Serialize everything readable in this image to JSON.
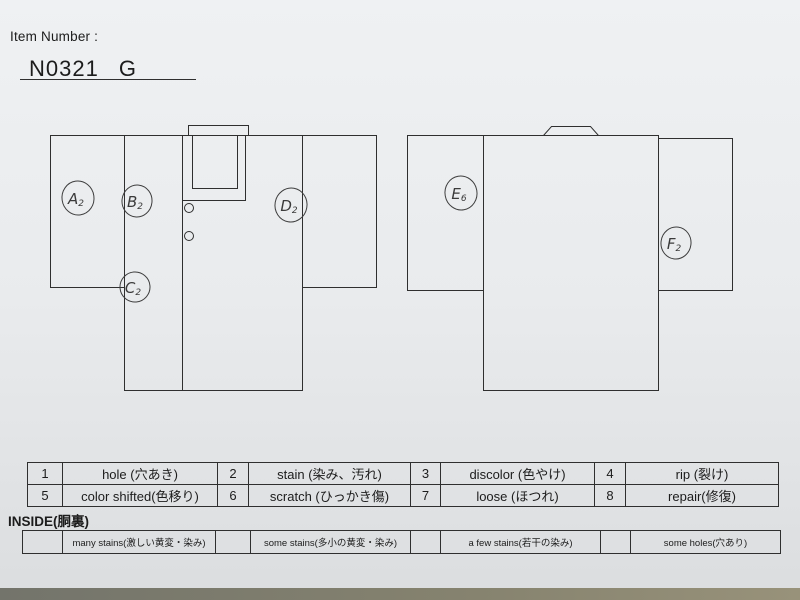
{
  "page": {
    "paper_color": "#e9ebed",
    "ink_color": "#2f2f2f"
  },
  "header": {
    "item_number_label": "Item Number :",
    "item_code": "N0321",
    "item_grade": "G"
  },
  "front_view": {
    "marks": [
      {
        "letter": "A",
        "count": "2"
      },
      {
        "letter": "B",
        "count": "2"
      },
      {
        "letter": "C",
        "count": "2"
      },
      {
        "letter": "D",
        "count": "2"
      }
    ]
  },
  "back_view": {
    "marks": [
      {
        "letter": "E",
        "count": "6"
      },
      {
        "letter": "F",
        "count": "2"
      }
    ]
  },
  "damage_legend": {
    "rows": [
      [
        {
          "num": "1",
          "label": "hole (穴あき)"
        },
        {
          "num": "2",
          "label": "stain (染み、汚れ)"
        },
        {
          "num": "3",
          "label": "discolor (色やけ)"
        },
        {
          "num": "4",
          "label": "rip (裂け)"
        }
      ],
      [
        {
          "num": "5",
          "label": "color shifted(色移り)"
        },
        {
          "num": "6",
          "label": "scratch (ひっかき傷)"
        },
        {
          "num": "7",
          "label": "loose (ほつれ)"
        },
        {
          "num": "8",
          "label": "repair(修復)"
        }
      ]
    ]
  },
  "inside": {
    "title": "INSIDE(胴裏)",
    "options": [
      "many stains(激しい黄変・染み)",
      "some stains(多小の黄変・染み)",
      "a few stains(若干の染み)",
      "some holes(穴あり)"
    ]
  }
}
